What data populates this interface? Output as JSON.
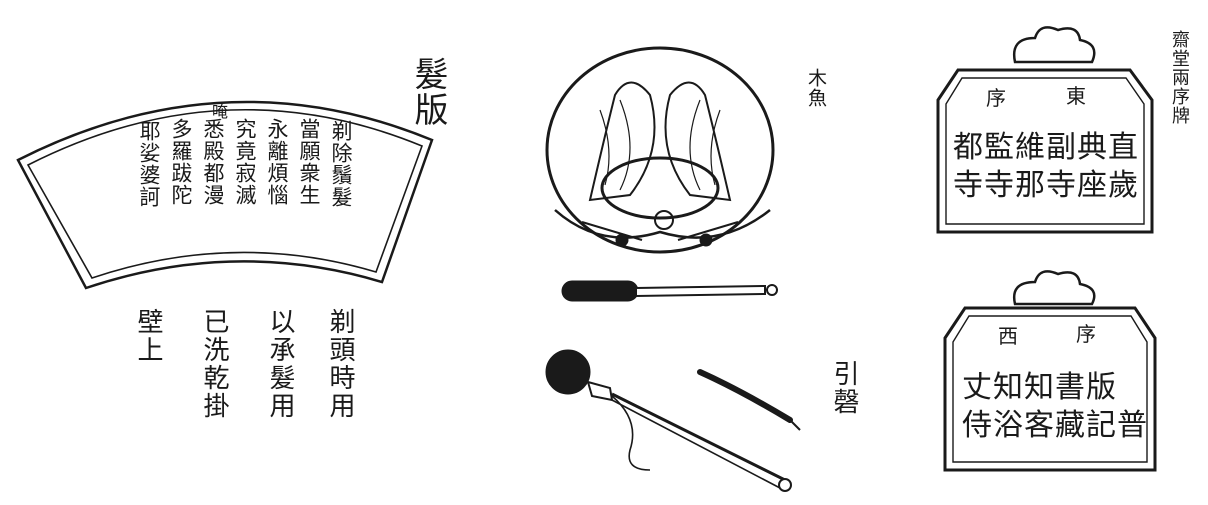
{
  "hair_board": {
    "title": "髮版",
    "top_syllable": "唵",
    "fan_columns": [
      "剃除鬚髮",
      "當願衆生",
      "永離煩惱",
      "究竟寂滅",
      "悉殿都漫",
      "多羅跋陀",
      "耶娑婆訶"
    ],
    "caption_columns": [
      "剃頭時用",
      "以承髮用",
      "已洗乾掛",
      "壁上"
    ]
  },
  "wooden_fish": {
    "label": "木魚"
  },
  "hand_chime": {
    "label": "引磬"
  },
  "plaques": {
    "side_label": "齋堂兩序牌",
    "east": {
      "header_left": "序",
      "header_right": "東",
      "line1": "都監維副典直",
      "line2": "寺寺那寺座歲"
    },
    "west": {
      "header_left": "西",
      "header_right": "序",
      "line1": "丈知知書版",
      "line2": "侍浴客藏記普"
    }
  }
}
